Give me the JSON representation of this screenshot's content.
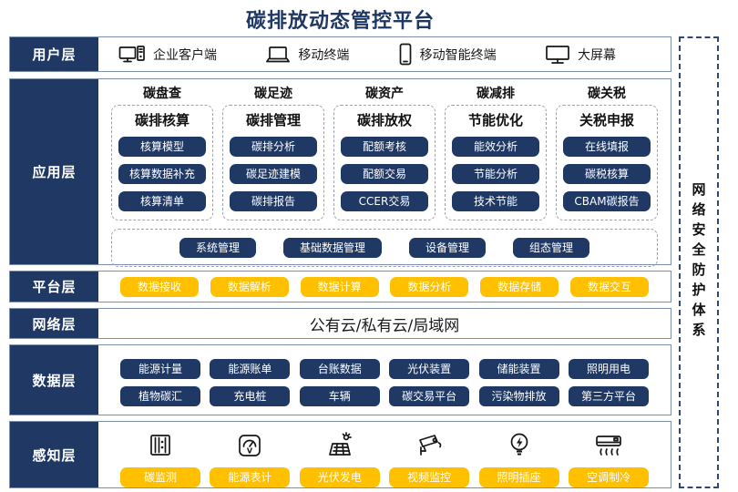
{
  "title": "碳排放动态管控平台",
  "accent": {
    "navy": "#1f3864",
    "yellow": "#ffc000"
  },
  "security_sidebar": {
    "label": "网络安全防护体系"
  },
  "layers": {
    "user": {
      "label": "用户层",
      "items": [
        {
          "icon": "desktop-pc-icon",
          "label": "企业客户端"
        },
        {
          "icon": "laptop-icon",
          "label": "移动终端"
        },
        {
          "icon": "smartphone-icon",
          "label": "移动智能终端"
        },
        {
          "icon": "big-screen-icon",
          "label": "大屏幕"
        }
      ]
    },
    "application": {
      "label": "应用层",
      "columns": [
        {
          "title": "碳盘查",
          "subtitle": "碳排核算",
          "buttons": [
            "核算模型",
            "核算数据补充",
            "核算清单"
          ]
        },
        {
          "title": "碳足迹",
          "subtitle": "碳排管理",
          "buttons": [
            "碳排分析",
            "碳足迹建模",
            "碳排报告"
          ]
        },
        {
          "title": "碳资产",
          "subtitle": "碳排放权",
          "buttons": [
            "配额考核",
            "配额交易",
            "CCER交易"
          ]
        },
        {
          "title": "碳减排",
          "subtitle": "节能优化",
          "buttons": [
            "能效分析",
            "节能分析",
            "技术节能"
          ]
        },
        {
          "title": "碳关税",
          "subtitle": "关税申报",
          "buttons": [
            "在线填报",
            "碳税核算",
            "CBAM碳报告"
          ]
        }
      ],
      "common_buttons": [
        "系统管理",
        "基础数据管理",
        "设备管理",
        "组态管理"
      ]
    },
    "platform": {
      "label": "平台层",
      "buttons": [
        "数据接收",
        "数据解析",
        "数据计算",
        "数据分析",
        "数据存储",
        "数据交互"
      ]
    },
    "network": {
      "label": "网络层",
      "text": "公有云/私有云/局域网"
    },
    "data": {
      "label": "数据层",
      "rows": [
        [
          "能源计量",
          "能源账单",
          "台账数据",
          "光伏装置",
          "储能装置",
          "照明用电"
        ],
        [
          "植物碳汇",
          "充电桩",
          "车辆",
          "碳交易平台",
          "污染物排放",
          "第三方平台"
        ]
      ]
    },
    "sensing": {
      "label": "感知层",
      "items": [
        {
          "icon": "carbon-monitor-icon",
          "label": "碳监测"
        },
        {
          "icon": "energy-meter-icon",
          "label": "能源表计"
        },
        {
          "icon": "solar-panel-icon",
          "label": "光伏发电"
        },
        {
          "icon": "cctv-camera-icon",
          "label": "视频监控"
        },
        {
          "icon": "light-bulb-icon",
          "label": "照明插座"
        },
        {
          "icon": "air-conditioner-icon",
          "label": "空调制冷"
        }
      ]
    }
  }
}
